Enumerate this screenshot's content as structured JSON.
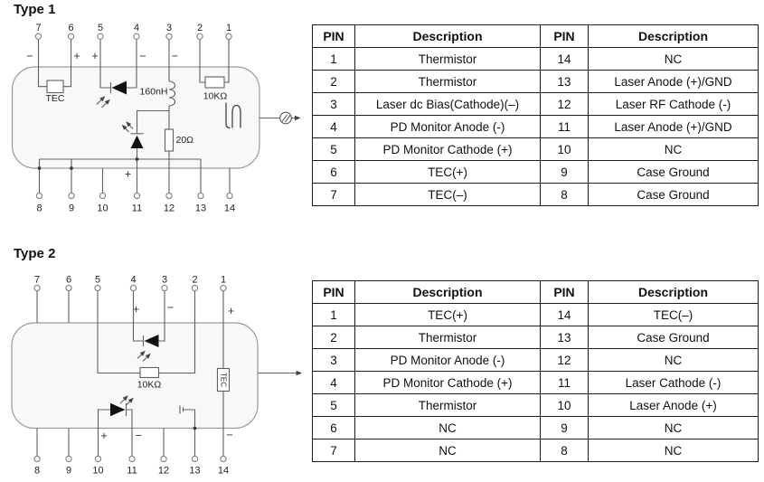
{
  "titles": {
    "type1": "Type 1",
    "type2": "Type 2"
  },
  "type1": {
    "pins_top": [
      "7",
      "6",
      "5",
      "4",
      "3",
      "2",
      "1"
    ],
    "pins_bottom": [
      "8",
      "9",
      "10",
      "11",
      "12",
      "13",
      "14"
    ],
    "signs": {
      "pin7": "−",
      "pin6": "+",
      "pin5": "+",
      "pin4": "−",
      "pin3": "−",
      "pin11": "+"
    },
    "labels": {
      "tec": "TEC",
      "inductor": "160nH",
      "damp_resistor": "20Ω",
      "thermistor": "10KΩ"
    }
  },
  "type2": {
    "pins_top": [
      "7",
      "6",
      "5",
      "4",
      "3",
      "2",
      "1"
    ],
    "pins_bottom": [
      "8",
      "9",
      "10",
      "11",
      "12",
      "13",
      "14"
    ],
    "signs": {
      "pin4": "+",
      "pin3": "−",
      "pin1": "+",
      "pin10": "+",
      "pin11": "−",
      "pin14": "−"
    },
    "labels": {
      "thermistor": "10KΩ",
      "tec": "TEC"
    }
  },
  "tables": {
    "type1": {
      "headers": [
        "PIN",
        "Description",
        "PIN",
        "Description"
      ],
      "rows": [
        [
          "1",
          "Thermistor",
          "14",
          "NC"
        ],
        [
          "2",
          "Thermistor",
          "13",
          "Laser Anode (+)/GND"
        ],
        [
          "3",
          "Laser dc Bias(Cathode)(–)",
          "12",
          "Laser RF Cathode (-)"
        ],
        [
          "4",
          "PD Monitor Anode (-)",
          "11",
          "Laser Anode (+)/GND"
        ],
        [
          "5",
          "PD Monitor Cathode (+)",
          "10",
          "NC"
        ],
        [
          "6",
          "TEC(+)",
          "9",
          "Case Ground"
        ],
        [
          "7",
          "TEC(–)",
          "8",
          "Case Ground"
        ]
      ]
    },
    "type2": {
      "headers": [
        "PIN",
        "Description",
        "PIN",
        "Description"
      ],
      "rows": [
        [
          "1",
          "TEC(+)",
          "14",
          "TEC(–)"
        ],
        [
          "2",
          "Thermistor",
          "13",
          "Case Ground"
        ],
        [
          "3",
          "PD Monitor Anode (-)",
          "12",
          "NC"
        ],
        [
          "4",
          "PD Monitor Cathode (+)",
          "11",
          "Laser Cathode (-)"
        ],
        [
          "5",
          "Thermistor",
          "10",
          "Laser Anode (+)"
        ],
        [
          "6",
          "NC",
          "9",
          "NC"
        ],
        [
          "7",
          "NC",
          "8",
          "NC"
        ]
      ]
    }
  }
}
